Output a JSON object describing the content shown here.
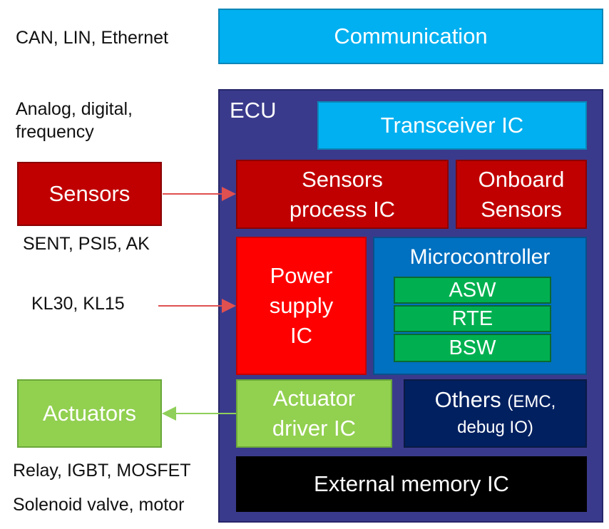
{
  "left_labels": {
    "comm_protocols": "CAN, LIN, Ethernet",
    "signal_types_line1": "Analog, digital,",
    "signal_types_line2": "frequency",
    "sensor_protocols": "SENT, PSI5, AK",
    "power_terminals": "KL30, KL15",
    "actuator_types_line1": "Relay, IGBT, MOSFET",
    "actuator_types_line2": "Solenoid valve, motor"
  },
  "external": {
    "communication": "Communication",
    "sensors": "Sensors",
    "actuators": "Actuators"
  },
  "ecu": {
    "title": "ECU",
    "transceiver": "Transceiver IC",
    "sensors_process_line1": "Sensors",
    "sensors_process_line2": "process IC",
    "onboard_line1": "Onboard",
    "onboard_line2": "Sensors",
    "power_line1": "Power",
    "power_line2": "supply",
    "power_line3": "IC",
    "microcontroller": {
      "title": "Microcontroller",
      "layers": [
        "ASW",
        "RTE",
        "BSW"
      ]
    },
    "actuator_driver_line1": "Actuator",
    "actuator_driver_line2": "driver IC",
    "others_main": "Others",
    "others_paren1": "(EMC,",
    "others_paren2": "debug  IO)",
    "external_memory": "External memory IC"
  },
  "colors": {
    "communication": "#00b0f0",
    "ecu": "#3a3a8c",
    "sensors": "#c00000",
    "power": "#ff0000",
    "microcontroller": "#0070c0",
    "software_layer": "#00b050",
    "actuator": "#92d050",
    "others": "#002060",
    "memory": "#000000",
    "arrow_red": "#e05050",
    "arrow_green": "#8fcf5a"
  }
}
